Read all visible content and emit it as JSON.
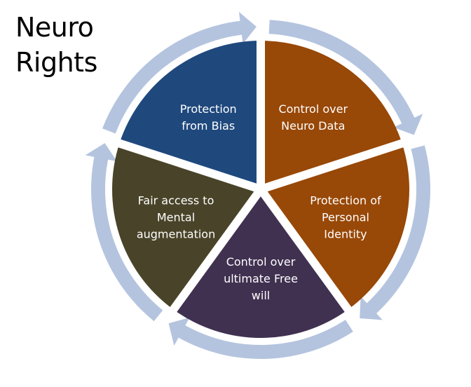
{
  "title": {
    "line1": "Neuro",
    "line2": "Rights"
  },
  "colors": {
    "arrow": "#b4c4df",
    "gap": "#ffffff"
  },
  "segments": [
    {
      "id": "protection-from-bias",
      "lines": [
        "Protection",
        "from Bias"
      ],
      "color": "#1f497d"
    },
    {
      "id": "control-over-neuro-data",
      "lines": [
        "Control over",
        "Neuro Data"
      ],
      "color": "#984807"
    },
    {
      "id": "protection-of-personal-identity",
      "lines": [
        "Protection of",
        "Personal",
        "Identity"
      ],
      "color": "#984807"
    },
    {
      "id": "control-over-ultimate-free-will",
      "lines": [
        "Control over",
        "ultimate Free",
        "will"
      ],
      "color": "#403151"
    },
    {
      "id": "fair-access-to-mental-augmentation",
      "lines": [
        "Fair access to",
        "Mental",
        "augmentation"
      ],
      "color": "#494429"
    }
  ]
}
